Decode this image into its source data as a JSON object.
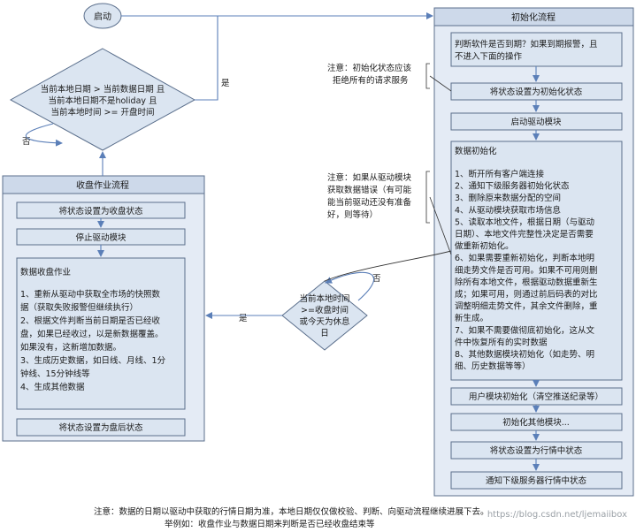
{
  "start": "启动",
  "decision_main": [
    "当前本地日期 > 当前数据日期 且",
    "当前本地日期不是holiday 且",
    "当前本地时间 >= 开盘时间"
  ],
  "decision_main_yes": "是",
  "decision_main_no": "否",
  "init_flow": {
    "title": "初始化流程",
    "step_check": [
      "判断软件是否到期？如果到期报警，且",
      "不进入下面的操作"
    ],
    "step_set_init": "将状态设置为初始化状态",
    "step_start_driver": "启动驱动模块",
    "data_init": {
      "title": "数据初始化",
      "lines": [
        "1、断开所有客户端连接",
        "2、通知下级服务器初始化状态",
        "3、删除原来数据分配的空间",
        "4、从驱动模块获取市场信息",
        "5、读取本地文件，根据日期（与驱动",
        "日期）、本地文件完整性决定是否需要",
        "做重新初始化。",
        "6、如果需要重新初始化，判断本地明",
        "细走势文件是否可用。如果不可用则删",
        "除所有本地文件，根据驱动数据重新生",
        "成；如果可用，则通过前后码表的对比",
        "调整明细走势文件，其余文件删除，重",
        "新生成。",
        "7、如果不需要做彻底初始化，这从文",
        "件中恢复所有的实时数据",
        "8、其他数据模块初始化（如走势、明",
        "细、历史数据等等）"
      ]
    },
    "step_user_init": "用户模块初始化（清空推送纪录等）",
    "step_other_init": "初始化其他模块...",
    "step_set_trading": "将状态设置为行情中状态",
    "step_notify_trading": "通知下级服务器行情中状态"
  },
  "notes": {
    "note1": [
      "注意：初始化状态应该",
      "拒绝所有的请求服务"
    ],
    "note2": [
      "注意：如果从驱动模块",
      "获取数据错误（有可能",
      "能当前驱动还没有准备",
      "好，则等待）"
    ]
  },
  "decision_close": [
    "当前本地时间",
    ">=收盘时间",
    "或今天为休息",
    "日"
  ],
  "decision_close_yes": "是",
  "decision_close_no": "否",
  "close_flow": {
    "title": "收盘作业流程",
    "step_set_closing": "将状态设置为收盘状态",
    "step_stop_driver": "停止驱动模块",
    "close_job": {
      "title": "数据收盘作业",
      "lines": [
        "1、重新从驱动中获取全市场的快照数",
        "据（获取失败报警但继续执行）",
        "2、根据文件判断当前日期是否已经收",
        "盘，如果已经收过，以是新数据覆盖。",
        "如果没有，这新增加数据。",
        "3、生成历史数据，如日线、月线、1分",
        "钟线、15分钟线等",
        "4、生成其他数据"
      ]
    },
    "step_set_after": "将状态设置为盘后状态"
  },
  "footer": {
    "line1": "注意：数据的日期以驱动中获取的行情日期为准，本地日期仅仅做校验、判断、向驱动流程继续进展下去。",
    "line2": "举例如：收盘作业与数据日期来判断是否已经收盘结束等"
  },
  "watermark": "https://blog.csdn.net/ljemaiibox",
  "colors": {
    "container_fill": "#e4ebf5",
    "box_fill": "#dbe5f1",
    "title_fill": "#cdd9ea",
    "border": "#5b6f8c",
    "arrow": "#5b7fb8"
  }
}
